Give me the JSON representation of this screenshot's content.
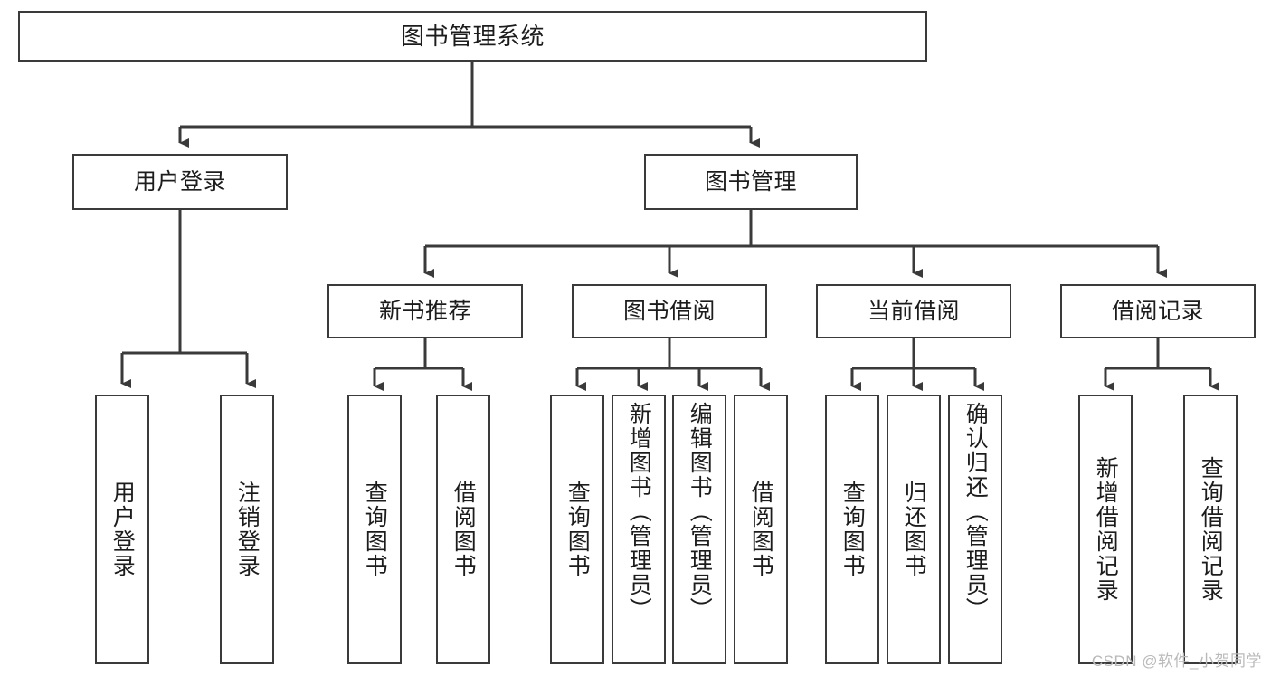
{
  "diagram": {
    "type": "hierarchy-tree",
    "title": "图书管理系统",
    "root": {
      "label": "图书管理系统"
    },
    "level2": [
      {
        "label": "用户登录"
      },
      {
        "label": "图书管理"
      }
    ],
    "level3": [
      {
        "label": "新书推荐"
      },
      {
        "label": "图书借阅"
      },
      {
        "label": "当前借阅"
      },
      {
        "label": "借阅记录"
      }
    ],
    "leaves": {
      "user_login": [
        {
          "label": "用户登录"
        },
        {
          "label": "注销登录"
        }
      ],
      "new_book_recommend": [
        {
          "label": "查询图书"
        },
        {
          "label": "借阅图书"
        }
      ],
      "book_borrow": [
        {
          "label": "查询图书"
        },
        {
          "label": "新增图书（管理员）"
        },
        {
          "label": "编辑图书（管理员）"
        },
        {
          "label": "借阅图书"
        }
      ],
      "current_borrow": [
        {
          "label": "查询图书"
        },
        {
          "label": "归还图书"
        },
        {
          "label": "确认归还（管理员）"
        }
      ],
      "borrow_records": [
        {
          "label": "新增借阅记录"
        },
        {
          "label": "查询借阅记录"
        }
      ]
    }
  },
  "watermark": {
    "text": "CSDN @软件_小贺同学"
  },
  "colors": {
    "stroke": "#3a3a3a",
    "text": "#1c1c1c",
    "background": "#ffffff",
    "watermark": "#b9b9b9"
  }
}
